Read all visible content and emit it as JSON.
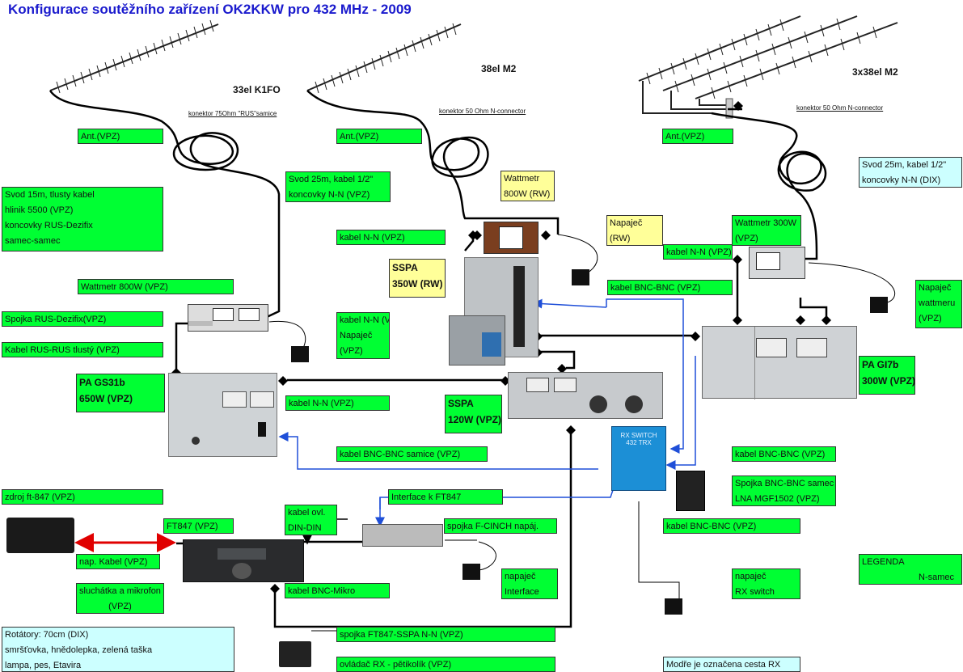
{
  "title": "Konfigurace soutěžního zařízení OK2KKW pro 432 MHz - 2009",
  "antennas": {
    "a1": {
      "name": "33el K1FO",
      "connector": "konektor 75Ohm \"RUS\"samice"
    },
    "a2": {
      "name": "38el M2",
      "connector": "konektor 50 Ohm  N-connector"
    },
    "a3": {
      "name": "3x38el M2",
      "connector": "konektor 50 Ohm  N-connector"
    }
  },
  "labels": {
    "ant1": "Ant.(VPZ)",
    "ant2": "Ant.(VPZ)",
    "ant3": "Ant.(VPZ)",
    "svod15": [
      "Svod 15m, tlusty kabel",
      "hlinik 5500 (VPZ)",
      "koncovky RUS-Dezifix",
      "samec-samec"
    ],
    "svod25_m": [
      "Svod 25m, kabel 1/2\"",
      "koncovky N-N (VPZ)"
    ],
    "svod25_r": [
      "Svod 25m, kabel 1/2\"",
      "koncovky N-N (DIX)"
    ],
    "wattmetr800rw": [
      "Wattmetr",
      "800W (RW)"
    ],
    "napajec_rw": [
      "Napaječ",
      "(RW)"
    ],
    "wattmetr300": [
      "Wattmetr 300W",
      "(VPZ)"
    ],
    "kabel_nn_1": "kabel N-N (VPZ)",
    "kabel_nn_3": "kabel N-N (VPZ)",
    "sspa350": [
      "SSPA",
      "350W (RW)"
    ],
    "kabel_bnc_1": "kabel BNC-BNC (VPZ)",
    "napajec_wattmeru": [
      "Napaječ",
      "wattmeru",
      "(VPZ)"
    ],
    "wattmetr800vpz": "Wattmetr 800W (VPZ)",
    "spojka_rus": "Spojka RUS-Dezifix(VPZ)",
    "kabel_rus": "Kabel RUS-RUS tlustý (VPZ)",
    "kabel_nn_napajec": [
      "kabel N-N (VPZ)",
      "Napaječ",
      "(VPZ)"
    ],
    "pa_gs31b": [
      "PA GS31b",
      "650W (VPZ)"
    ],
    "pa_gi7b": [
      "PA GI7b",
      "300W (VPZ)"
    ],
    "kabel_nn_2": "kabel N-N (VPZ)",
    "sspa120": [
      "SSPA",
      "120W (VPZ)"
    ],
    "kabel_bnc_samice": "kabel BNC-BNC samice (VPZ)",
    "kabel_bnc_2": "kabel BNC-BNC (VPZ)",
    "spojka_lna": [
      "Spojka BNC-BNC samec",
      "LNA MGF1502 (VPZ)"
    ],
    "zdroj": "zdroj ft-847 (VPZ)",
    "interface": "Interface k FT847",
    "kabel_din": [
      "kabel ovl.",
      "DIN-DIN"
    ],
    "ft847": "FT847 (VPZ)",
    "spojka_cinch": "spojka F-CINCH napáj.",
    "kabel_bnc_3": "kabel BNC-BNC (VPZ)",
    "nap_kabel": "nap. Kabel (VPZ)",
    "napajec_interface": [
      "napaječ",
      "Interface"
    ],
    "napajec_rxswitch": [
      "napaječ",
      "RX switch"
    ],
    "sluchatka": [
      "sluchátka a mikrofon",
      "(VPZ)"
    ],
    "kabel_bnc_mikro": "kabel BNC-Mikro",
    "rotatory": [
      "Rotátory: 70cm (DIX)",
      "smršťovka, hnědolepka, zelená taška",
      "lampa, pes, Etavira"
    ],
    "spojka_ft847": "spojka FT847-SSPA N-N (VPZ)",
    "ovladac": "ovládač RX - pětikolík (VPZ)",
    "modre": "Modře je označena cesta RX",
    "legenda": "LEGENDA",
    "legenda_nsamec": "N-samec",
    "rxswitch_text": [
      "RX SWITCH",
      "432 TRX"
    ]
  },
  "colors": {
    "green": "#00ff33",
    "yellow": "#ffff99",
    "cyan": "#ccffff",
    "rx_path": "#1f4fd8",
    "title": "#1a1acd",
    "power_cable": "#e00000"
  }
}
